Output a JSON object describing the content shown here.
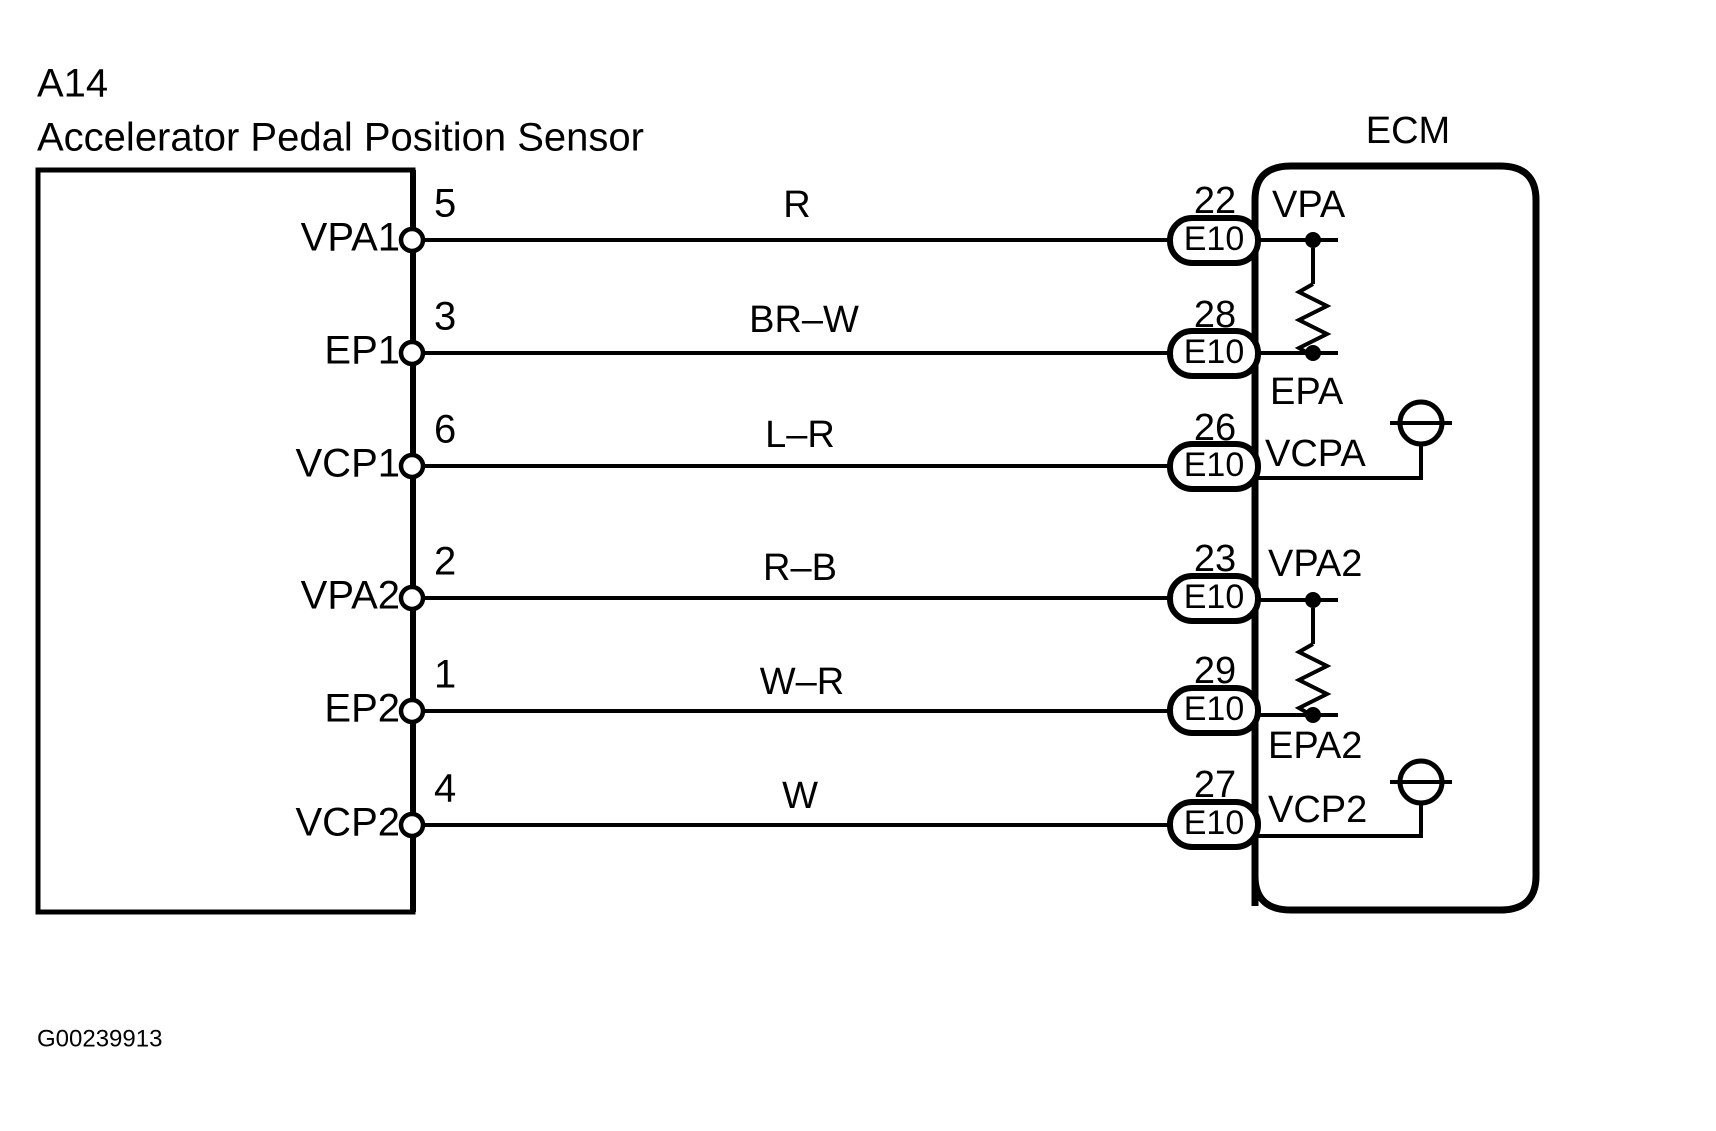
{
  "diagram": {
    "component_code": "A14",
    "component_name": "Accelerator Pedal Position Sensor",
    "ecm_title": "ECM",
    "reference_code": "G00239913",
    "connector_code": "E10"
  },
  "connections": [
    {
      "sensor_terminal": "VPA1",
      "sensor_pin": "5",
      "wire_color": "R",
      "ecm_connector_pin": "22",
      "ecm_connector": "E10",
      "ecm_terminal": "VPA"
    },
    {
      "sensor_terminal": "EP1",
      "sensor_pin": "3",
      "wire_color": "BR–W",
      "ecm_connector_pin": "28",
      "ecm_connector": "E10",
      "ecm_terminal": "EPA"
    },
    {
      "sensor_terminal": "VCP1",
      "sensor_pin": "6",
      "wire_color": "L–R",
      "ecm_connector_pin": "26",
      "ecm_connector": "E10",
      "ecm_terminal": "VCPA"
    },
    {
      "sensor_terminal": "VPA2",
      "sensor_pin": "2",
      "wire_color": "R–B",
      "ecm_connector_pin": "23",
      "ecm_connector": "E10",
      "ecm_terminal": "VPA2"
    },
    {
      "sensor_terminal": "EP2",
      "sensor_pin": "1",
      "wire_color": "W–R",
      "ecm_connector_pin": "29",
      "ecm_connector": "E10",
      "ecm_terminal": "EPA2"
    },
    {
      "sensor_terminal": "VCP2",
      "sensor_pin": "4",
      "wire_color": "W",
      "ecm_connector_pin": "27",
      "ecm_connector": "E10",
      "ecm_terminal": "VCP2"
    }
  ],
  "symbols": {
    "resistor_1": "resistor-symbol",
    "resistor_2": "resistor-symbol",
    "ground_1": "ground-symbol",
    "ground_2": "ground-symbol"
  },
  "colors": {
    "line": "#000000",
    "background": "#ffffff"
  }
}
